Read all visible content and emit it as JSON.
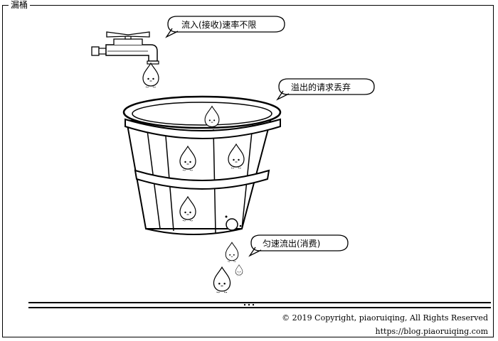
{
  "title": "漏桶",
  "labels": {
    "inflow": "流入(接收)速率不限",
    "overflow": "溢出的请求丢弃",
    "outflow": "匀速流出(消费)"
  },
  "footer": {
    "copyright": "© 2019 Copyright,  piaoruiqing,  All Rights Reserved",
    "url": "https://blog.piaoruiqing.com"
  },
  "icons": [
    "faucet-icon",
    "bucket-icon",
    "water-drop-icon"
  ]
}
